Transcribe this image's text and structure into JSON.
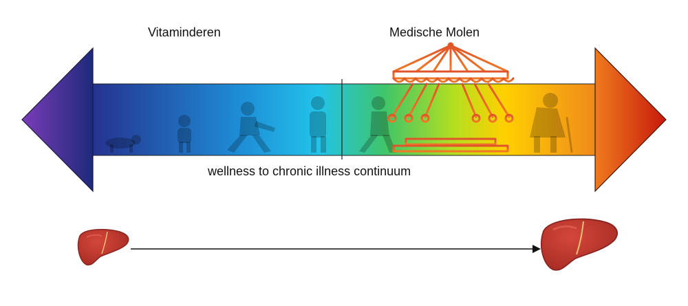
{
  "labels": {
    "left_heading": "Vitaminderen",
    "right_heading": "Medische Molen",
    "continuum_caption": "wellness to chronic illness continuum"
  },
  "icons": {
    "carousel": "carousel-icon",
    "healthy_liver": "healthy-liver-icon",
    "diseased_liver": "diseased-liver-icon",
    "stage_figures": [
      "crawling-baby-figure",
      "child-figure",
      "running-adult-figure",
      "adult-figure",
      "walking-adult-figure",
      "elderly-figure-with-cane"
    ]
  },
  "colors": {
    "gradient_stops": [
      "#5a2f99",
      "#25338f",
      "#1e8fd8",
      "#22c3ea",
      "#3fc56a",
      "#b5df1f",
      "#ffd000",
      "#f08a1c",
      "#cc1f0f"
    ],
    "carousel_stroke": "#e8552a",
    "liver": "#c23b30",
    "liver_dark": "#9e2a22"
  }
}
